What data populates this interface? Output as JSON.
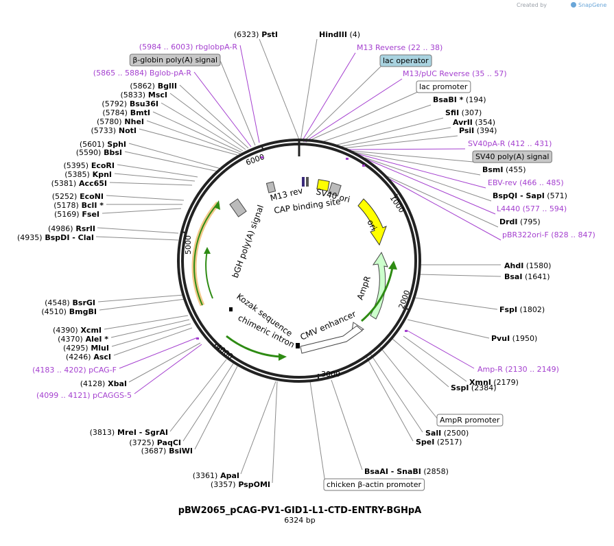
{
  "credit": {
    "text": "Created by",
    "brand": "SnapGene"
  },
  "plasmid": {
    "name": "pBW2065_pCAG-PV1-GID1-L1-CTD-ENTRY-BGHpA",
    "size": "6324 bp"
  },
  "ticks": [
    "1000",
    "2000",
    "3000",
    "4000",
    "5000",
    "6000"
  ],
  "sites": [
    {
      "id": "psti",
      "parts": [
        [
          "(6323)",
          "n"
        ],
        [
          "PstI",
          "e"
        ]
      ]
    },
    {
      "id": "hindiii",
      "parts": [
        [
          "HindIII",
          "e"
        ],
        [
          "(4)",
          "n"
        ]
      ]
    },
    {
      "id": "m13rev",
      "parts": [
        [
          "M13 Reverse",
          "p"
        ],
        [
          "(22 .. 38)",
          "p"
        ]
      ]
    },
    {
      "id": "lacop",
      "parts": [
        [
          "lac operator",
          "f"
        ]
      ]
    },
    {
      "id": "m13puc",
      "parts": [
        [
          "M13/pUC Reverse",
          "p"
        ],
        [
          "(35 .. 57)",
          "p"
        ]
      ]
    },
    {
      "id": "lacprom",
      "parts": [
        [
          "lac promoter",
          "f"
        ]
      ]
    },
    {
      "id": "bsabi",
      "parts": [
        [
          "BsaBI *",
          "e"
        ],
        [
          "(194)",
          "n"
        ]
      ]
    },
    {
      "id": "sfii",
      "parts": [
        [
          "SfiI",
          "e"
        ],
        [
          "(307)",
          "n"
        ]
      ]
    },
    {
      "id": "avrii",
      "parts": [
        [
          "AvrII",
          "e"
        ],
        [
          "(354)",
          "n"
        ]
      ]
    },
    {
      "id": "psii",
      "parts": [
        [
          "PsiI",
          "e"
        ],
        [
          "(394)",
          "n"
        ]
      ]
    },
    {
      "id": "sv40pa",
      "parts": [
        [
          "SV40pA-R",
          "p"
        ],
        [
          "(412 .. 431)",
          "p"
        ]
      ]
    },
    {
      "id": "sv40sig",
      "parts": [
        [
          "SV40 poly(A) signal",
          "f"
        ]
      ]
    },
    {
      "id": "bsmi",
      "parts": [
        [
          "BsmI",
          "e"
        ],
        [
          "(455)",
          "n"
        ]
      ]
    },
    {
      "id": "ebvrev",
      "parts": [
        [
          "EBV-rev",
          "p"
        ],
        [
          "(466 .. 485)",
          "p"
        ]
      ]
    },
    {
      "id": "bspqi",
      "parts": [
        [
          "BspQI",
          "e"
        ],
        [
          "- SapI",
          "e"
        ],
        [
          "(571)",
          "n"
        ]
      ]
    },
    {
      "id": "l4440",
      "parts": [
        [
          "L4440",
          "p"
        ],
        [
          "(577 .. 594)",
          "p"
        ]
      ]
    },
    {
      "id": "drdi",
      "parts": [
        [
          "DrdI",
          "e"
        ],
        [
          "(795)",
          "n"
        ]
      ]
    },
    {
      "id": "pbr322",
      "parts": [
        [
          "pBR322ori-F",
          "p"
        ],
        [
          "(828 .. 847)",
          "p"
        ]
      ]
    },
    {
      "id": "ahdi",
      "parts": [
        [
          "AhdI",
          "e"
        ],
        [
          "(1580)",
          "n"
        ]
      ]
    },
    {
      "id": "bsai",
      "parts": [
        [
          "BsaI",
          "e"
        ],
        [
          "(1641)",
          "n"
        ]
      ]
    },
    {
      "id": "fspi",
      "parts": [
        [
          "FspI",
          "e"
        ],
        [
          "(1802)",
          "n"
        ]
      ]
    },
    {
      "id": "pvui",
      "parts": [
        [
          "PvuI",
          "e"
        ],
        [
          "(1950)",
          "n"
        ]
      ]
    },
    {
      "id": "ampr",
      "parts": [
        [
          "Amp-R",
          "p"
        ],
        [
          "(2130 .. 2149)",
          "p"
        ]
      ]
    },
    {
      "id": "xmni",
      "parts": [
        [
          "XmnI",
          "e"
        ],
        [
          "(2179)",
          "n"
        ]
      ]
    },
    {
      "id": "sspi",
      "parts": [
        [
          "SspI",
          "e"
        ],
        [
          "(2384)",
          "n"
        ]
      ]
    },
    {
      "id": "amprprom",
      "parts": [
        [
          "AmpR promoter",
          "f"
        ]
      ]
    },
    {
      "id": "sali",
      "parts": [
        [
          "SalI",
          "e"
        ],
        [
          "(2500)",
          "n"
        ]
      ]
    },
    {
      "id": "spei",
      "parts": [
        [
          "SpeI",
          "e"
        ],
        [
          "(2517)",
          "n"
        ]
      ]
    },
    {
      "id": "bsaai",
      "parts": [
        [
          "BsaAI",
          "e"
        ],
        [
          "- SnaBI",
          "e"
        ],
        [
          "(2858)",
          "n"
        ]
      ]
    },
    {
      "id": "chbact",
      "parts": [
        [
          "chicken β-actin promoter",
          "f"
        ]
      ]
    },
    {
      "id": "apai",
      "parts": [
        [
          "(3361)",
          "n"
        ],
        [
          "ApaI",
          "e"
        ]
      ]
    },
    {
      "id": "pspomi",
      "parts": [
        [
          "(3357)",
          "n"
        ],
        [
          "PspOMI",
          "e"
        ]
      ]
    },
    {
      "id": "mrei",
      "parts": [
        [
          "(3813)",
          "n"
        ],
        [
          "MreI",
          "e"
        ],
        [
          "- SgrAI",
          "e"
        ]
      ]
    },
    {
      "id": "paqci",
      "parts": [
        [
          "(3725)",
          "n"
        ],
        [
          "PaqCI",
          "e"
        ]
      ]
    },
    {
      "id": "bsiwi",
      "parts": [
        [
          "(3687)",
          "n"
        ],
        [
          "BsiWI",
          "e"
        ]
      ]
    },
    {
      "id": "pcaggs5",
      "parts": [
        [
          "(4099 .. 4121)",
          "p"
        ],
        [
          "pCAGGS-5",
          "p"
        ]
      ]
    },
    {
      "id": "xbai",
      "parts": [
        [
          "(4128)",
          "n"
        ],
        [
          "XbaI",
          "e"
        ]
      ]
    },
    {
      "id": "pcagf",
      "parts": [
        [
          "(4183 .. 4202)",
          "p"
        ],
        [
          "pCAG-F",
          "p"
        ]
      ]
    },
    {
      "id": "asci",
      "parts": [
        [
          "(4246)",
          "n"
        ],
        [
          "AscI",
          "e"
        ]
      ]
    },
    {
      "id": "mlui",
      "parts": [
        [
          "(4295)",
          "n"
        ],
        [
          "MluI",
          "e"
        ]
      ]
    },
    {
      "id": "alei",
      "parts": [
        [
          "(4370)",
          "n"
        ],
        [
          "AleI *",
          "e"
        ]
      ]
    },
    {
      "id": "xcmi",
      "parts": [
        [
          "(4390)",
          "n"
        ],
        [
          "XcmI",
          "e"
        ]
      ]
    },
    {
      "id": "bmgbi",
      "parts": [
        [
          "(4510)",
          "n"
        ],
        [
          "BmgBI",
          "e"
        ]
      ]
    },
    {
      "id": "bsrgi",
      "parts": [
        [
          "(4548)",
          "n"
        ],
        [
          "BsrGI",
          "e"
        ]
      ]
    },
    {
      "id": "bspdi",
      "parts": [
        [
          "(4935)",
          "n"
        ],
        [
          "BspDI",
          "e"
        ],
        [
          "- ClaI",
          "e"
        ]
      ]
    },
    {
      "id": "rsrii",
      "parts": [
        [
          "(4986)",
          "n"
        ],
        [
          "RsrII",
          "e"
        ]
      ]
    },
    {
      "id": "fsei",
      "parts": [
        [
          "(5169)",
          "n"
        ],
        [
          "FseI",
          "e"
        ]
      ]
    },
    {
      "id": "bcli",
      "parts": [
        [
          "(5178)",
          "n"
        ],
        [
          "BclI *",
          "e"
        ]
      ]
    },
    {
      "id": "econi",
      "parts": [
        [
          "(5252)",
          "n"
        ],
        [
          "EcoNI",
          "e"
        ]
      ]
    },
    {
      "id": "acc65i",
      "parts": [
        [
          "(5381)",
          "n"
        ],
        [
          "Acc65I",
          "e"
        ]
      ]
    },
    {
      "id": "kpni",
      "parts": [
        [
          "(5385)",
          "n"
        ],
        [
          "KpnI",
          "e"
        ]
      ]
    },
    {
      "id": "ecori",
      "parts": [
        [
          "(5395)",
          "n"
        ],
        [
          "EcoRI",
          "e"
        ]
      ]
    },
    {
      "id": "bbsi",
      "parts": [
        [
          "(5590)",
          "n"
        ],
        [
          "BbsI",
          "e"
        ]
      ]
    },
    {
      "id": "sphi",
      "parts": [
        [
          "(5601)",
          "n"
        ],
        [
          "SphI",
          "e"
        ]
      ]
    },
    {
      "id": "noti",
      "parts": [
        [
          "(5733)",
          "n"
        ],
        [
          "NotI",
          "e"
        ]
      ]
    },
    {
      "id": "nhei",
      "parts": [
        [
          "(5780)",
          "n"
        ],
        [
          "NheI",
          "e"
        ]
      ]
    },
    {
      "id": "bmti",
      "parts": [
        [
          "(5784)",
          "n"
        ],
        [
          "BmtI",
          "e"
        ]
      ]
    },
    {
      "id": "bsu36i",
      "parts": [
        [
          "(5792)",
          "n"
        ],
        [
          "Bsu36I",
          "e"
        ]
      ]
    },
    {
      "id": "msci",
      "parts": [
        [
          "(5833)",
          "n"
        ],
        [
          "MscI",
          "e"
        ]
      ]
    },
    {
      "id": "bglii",
      "parts": [
        [
          "(5862)",
          "n"
        ],
        [
          "BglII",
          "e"
        ]
      ]
    },
    {
      "id": "bglobpa",
      "parts": [
        [
          "(5865 .. 5884)",
          "p"
        ],
        [
          "Bglob-pA-R",
          "p"
        ]
      ]
    },
    {
      "id": "bglobsig",
      "parts": [
        [
          "β-globin poly(A) signal",
          "f"
        ]
      ]
    },
    {
      "id": "rbglob",
      "parts": [
        [
          "(5984 .. 6003)",
          "p"
        ],
        [
          "rbglobpA-R",
          "p"
        ]
      ]
    }
  ],
  "inner_labels": {
    "m13rev": "M13 rev",
    "sv40ori": "SV40 ori",
    "cap": "CAP binding site",
    "ori": "ori",
    "bgh": "bGH poly(A) signal",
    "ampr": "AmpR",
    "kozak": "Kozak sequence",
    "intron": "chimeric intron",
    "cmv": "CMV enhancer"
  },
  "colors": {
    "primer": "#a43fcf",
    "ori": "#ffff00",
    "ampr": "#ccffcc",
    "orf_arrow": "#2e8b13",
    "orf_glow": "#f2c88a"
  }
}
